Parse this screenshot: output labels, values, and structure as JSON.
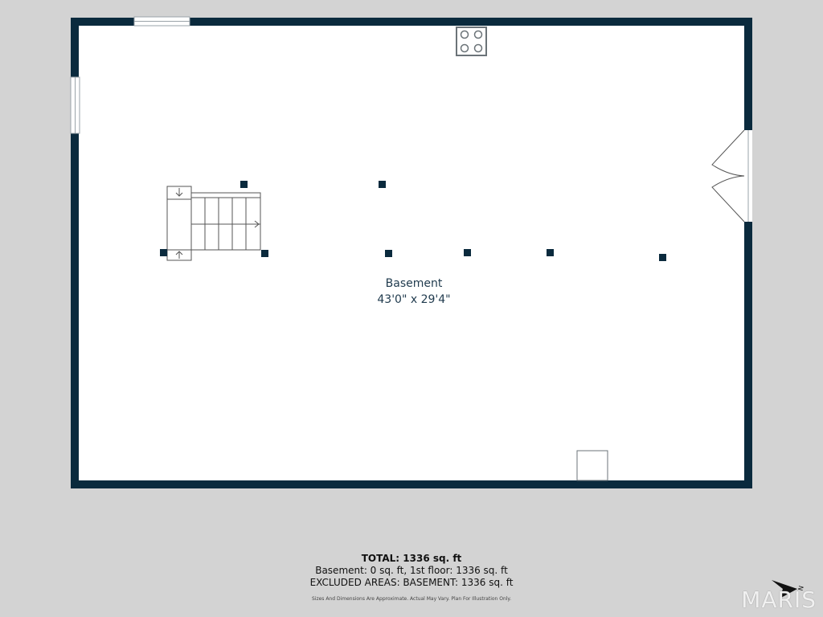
{
  "room": {
    "name": "Basement",
    "dimensions": "43'0\" x 29'4\""
  },
  "summary": {
    "total": "TOTAL: 1336 sq. ft",
    "breakdown": "Basement: 0 sq. ft, 1st floor: 1336 sq. ft",
    "excluded": "EXCLUDED AREAS: BASEMENT: 1336 sq. ft",
    "disclaimer": "Sizes And Dimensions Are Approximate. Actual May Vary. Plan For Illustration Only."
  },
  "compass": {
    "letter": "N"
  },
  "brand": {
    "name": "MARIS"
  },
  "colors": {
    "wall": "#0a2a3d",
    "background": "#d3d3d3",
    "floor": "#ffffff"
  }
}
